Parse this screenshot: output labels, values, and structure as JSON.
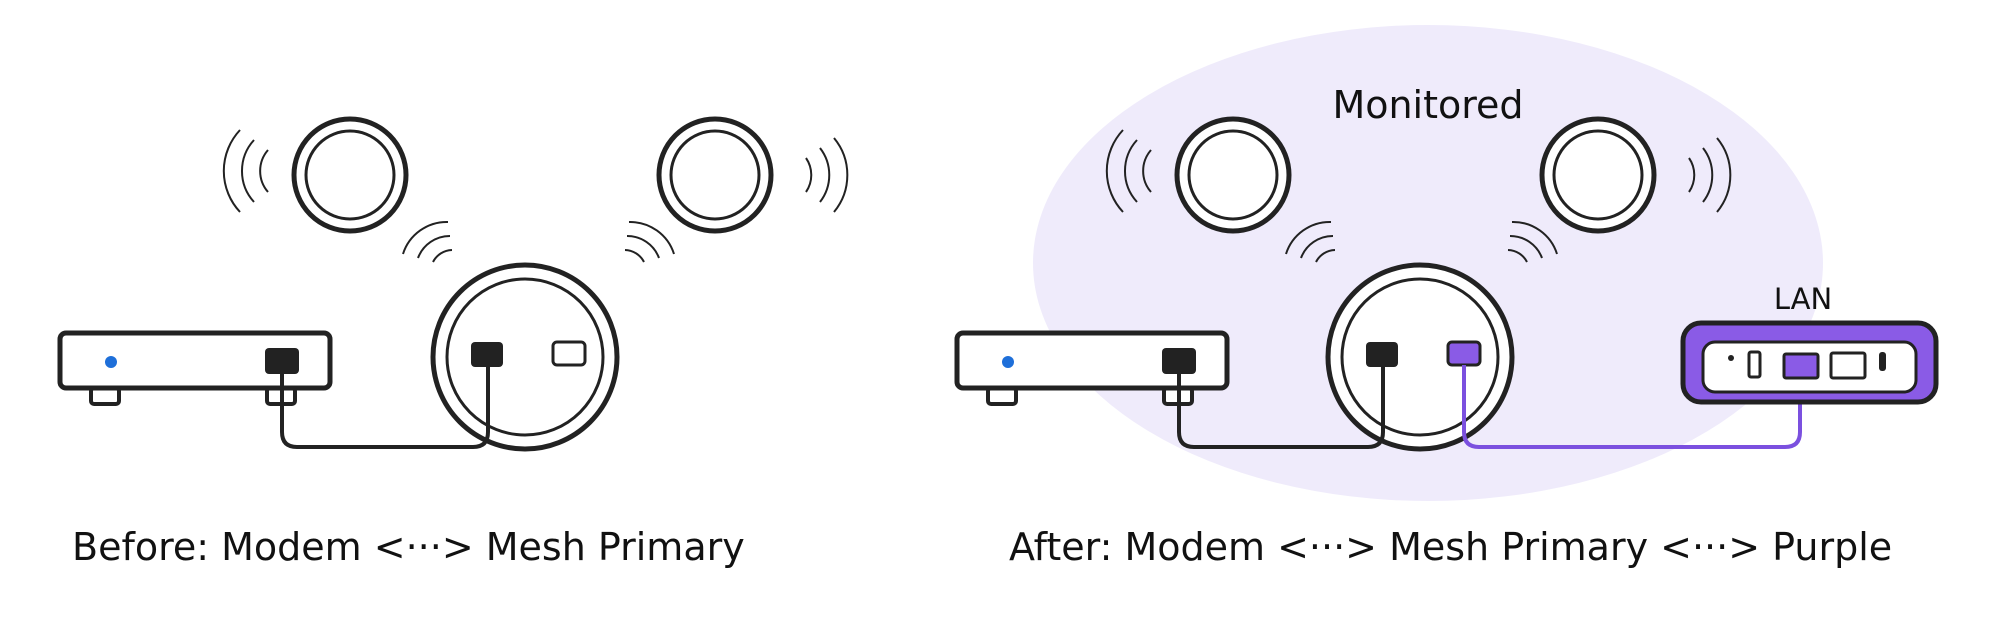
{
  "captions": {
    "before": "Before: Modem <···> Mesh Primary",
    "after": "After: Modem <···> Mesh Primary <···> Purple"
  },
  "labels": {
    "monitored": "Monitored",
    "lan": "LAN"
  },
  "colors": {
    "stroke": "#222222",
    "accent": "#7B50DF",
    "accent_fill": "#8A5BE6",
    "highlight": "#EFEBFB",
    "modem_led": "#1E6FD9",
    "background": "#FFFFFF"
  },
  "icons": [
    "modem-icon",
    "mesh-primary-icon",
    "mesh-satellite-icon",
    "wifi-signal-icon",
    "ethernet-port-icon",
    "ethernet-cable-icon",
    "purple-device-icon"
  ]
}
